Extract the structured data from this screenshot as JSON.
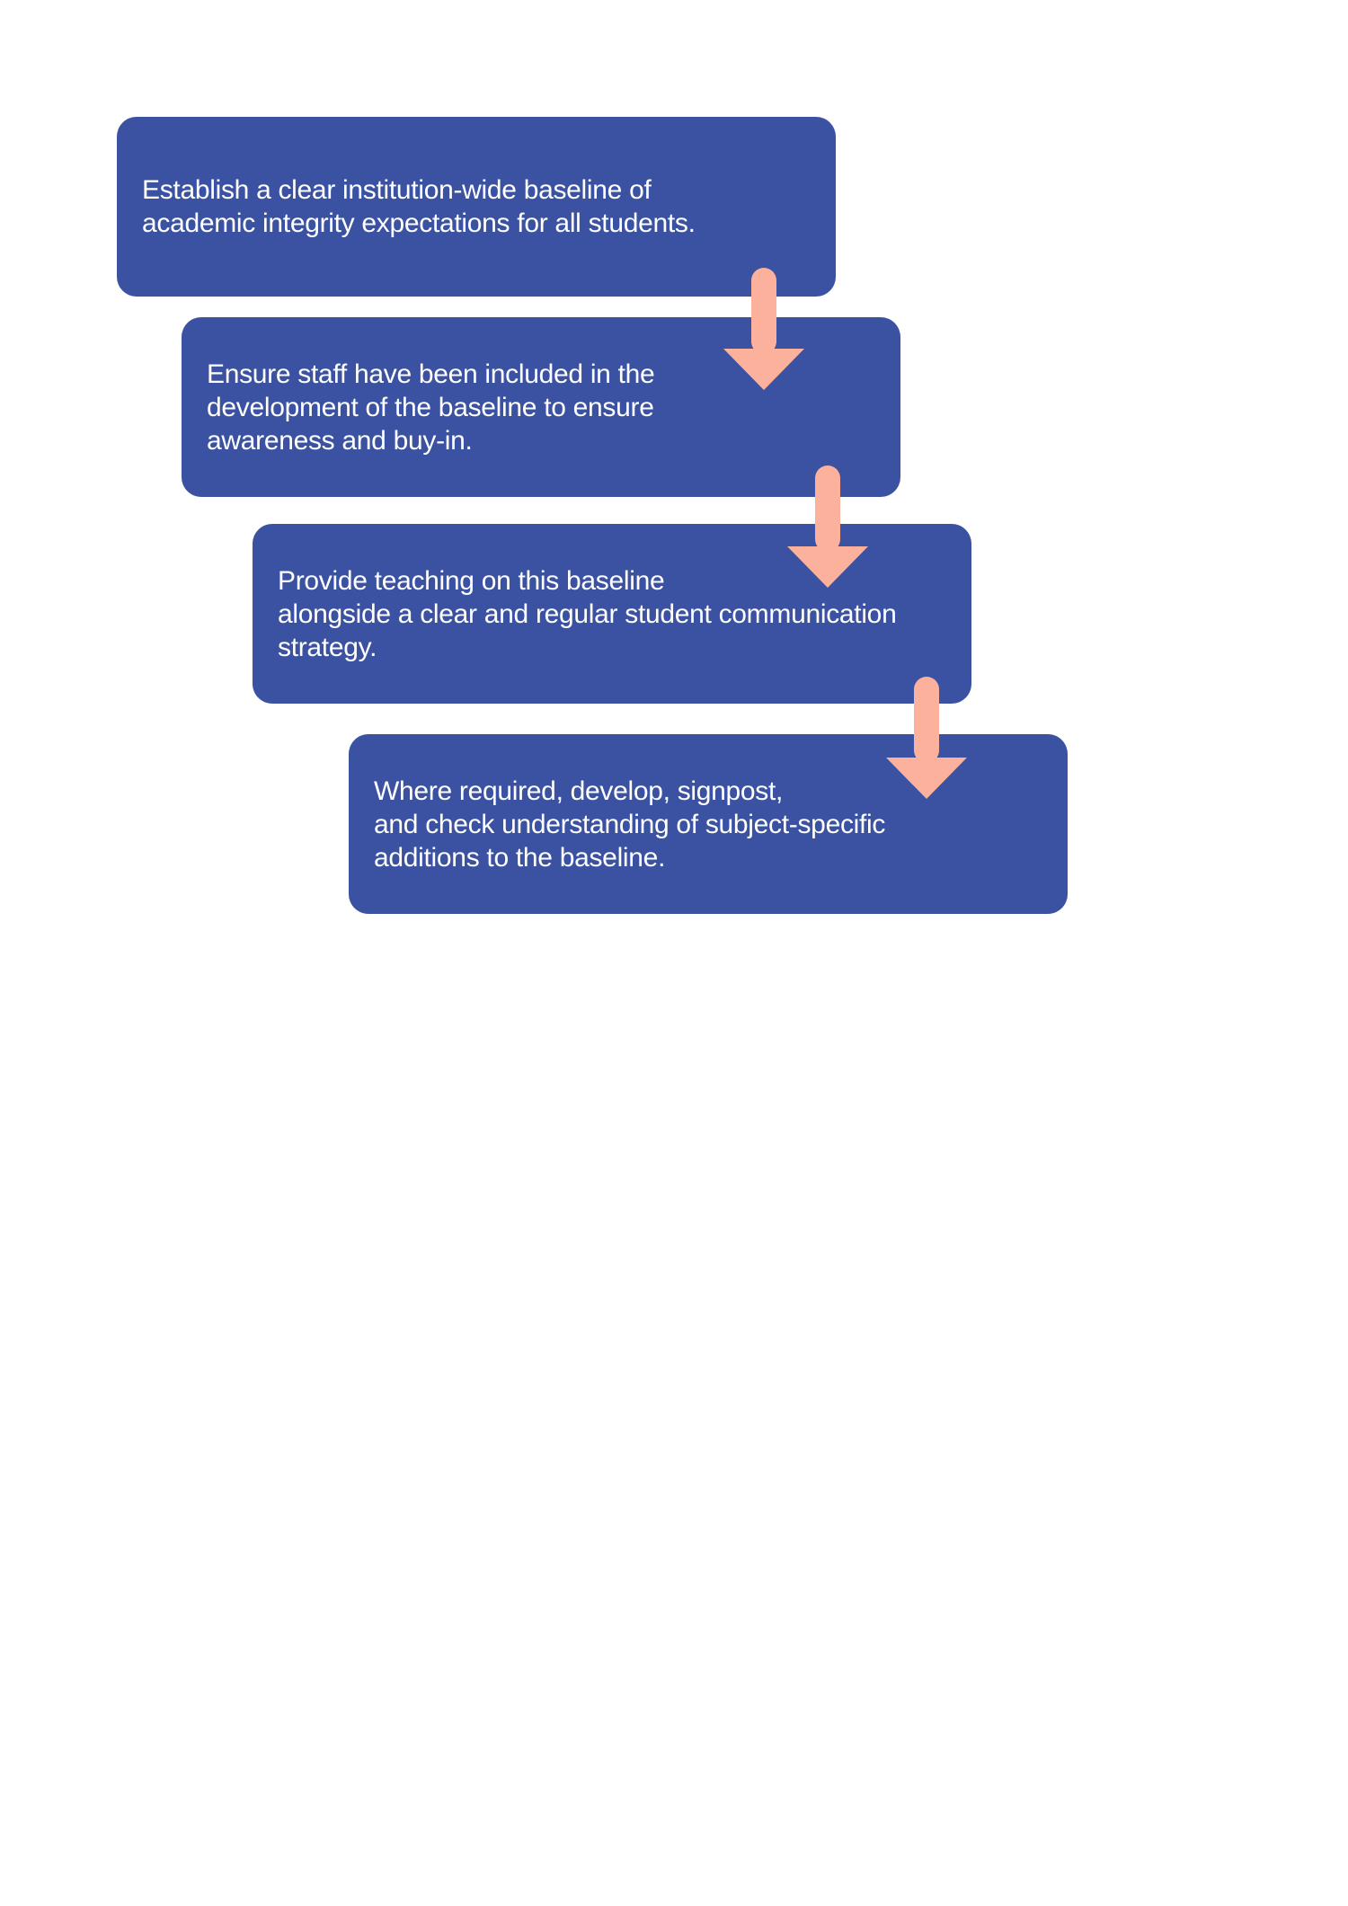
{
  "colors": {
    "box_fill": "#3a52a1",
    "box_text": "#ffffff",
    "arrow": "#fbb19b",
    "background": "#ffffff"
  },
  "steps": [
    {
      "text": "Establish a clear institution-wide baseline of\nacademic integrity expectations for all students."
    },
    {
      "text": "Ensure staff have been included in the\ndevelopment of the baseline to ensure\nawareness and buy-in."
    },
    {
      "text": "Provide teaching on this baseline\nalongside a clear and regular student communication\nstrategy."
    },
    {
      "text": "Where required, develop, signpost,\nand check understanding of subject-specific\nadditions to the baseline."
    }
  ],
  "arrows": [
    {
      "icon": "arrow-down-icon"
    },
    {
      "icon": "arrow-down-icon"
    },
    {
      "icon": "arrow-down-icon"
    }
  ]
}
